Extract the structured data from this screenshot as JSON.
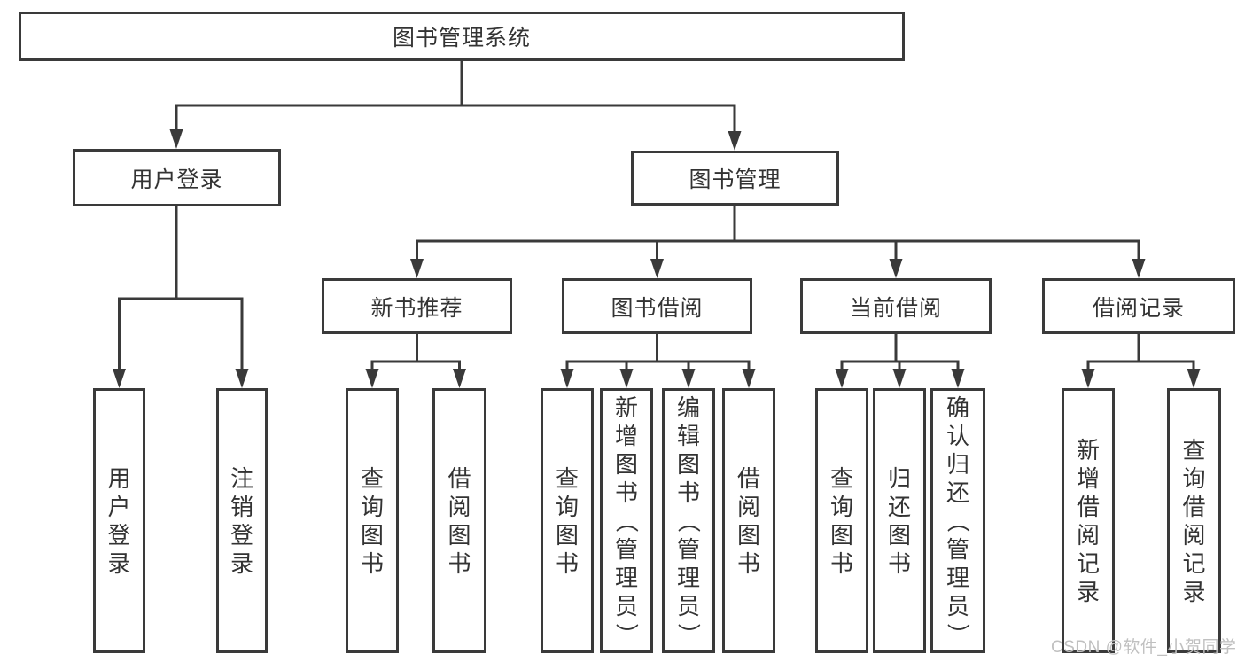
{
  "title": "图书管理系统",
  "watermark": "CSDN @软件_小贺同学",
  "colors": {
    "line": "#3a3a3a",
    "text": "#333333",
    "background": "#ffffff",
    "watermark": "#c0c0c0"
  },
  "nodes": {
    "root": {
      "label": "图书管理系统"
    },
    "user_login": {
      "label": "用户登录"
    },
    "book_mgmt": {
      "label": "图书管理"
    },
    "new_book_rec": {
      "label": "新书推荐"
    },
    "book_borrow": {
      "label": "图书借阅"
    },
    "current_borrow": {
      "label": "当前借阅"
    },
    "borrow_records": {
      "label": "借阅记录"
    },
    "ul_user_login": {
      "label": "用户登录"
    },
    "ul_logout": {
      "label": "注销登录"
    },
    "nb_query_book": {
      "label": "查询图书"
    },
    "nb_borrow_book": {
      "label": "借阅图书"
    },
    "bb_query_book": {
      "label": "查询图书"
    },
    "bb_add_book": {
      "label": "新增图书（管理员）"
    },
    "bb_edit_book": {
      "label": "编辑图书（管理员）"
    },
    "bb_borrow_book": {
      "label": "借阅图书"
    },
    "cb_query_book": {
      "label": "查询图书"
    },
    "cb_return_book": {
      "label": "归还图书"
    },
    "cb_confirm_return": {
      "label": "确认归还（管理员）"
    },
    "br_add_record": {
      "label": "新增借阅记录"
    },
    "br_query_record": {
      "label": "查询借阅记录"
    }
  },
  "edges": [
    [
      "root",
      "user_login"
    ],
    [
      "root",
      "book_mgmt"
    ],
    [
      "user_login",
      "ul_user_login"
    ],
    [
      "user_login",
      "ul_logout"
    ],
    [
      "book_mgmt",
      "new_book_rec"
    ],
    [
      "book_mgmt",
      "book_borrow"
    ],
    [
      "book_mgmt",
      "current_borrow"
    ],
    [
      "book_mgmt",
      "borrow_records"
    ],
    [
      "new_book_rec",
      "nb_query_book"
    ],
    [
      "new_book_rec",
      "nb_borrow_book"
    ],
    [
      "book_borrow",
      "bb_query_book"
    ],
    [
      "book_borrow",
      "bb_add_book"
    ],
    [
      "book_borrow",
      "bb_edit_book"
    ],
    [
      "book_borrow",
      "bb_borrow_book"
    ],
    [
      "current_borrow",
      "cb_query_book"
    ],
    [
      "current_borrow",
      "cb_return_book"
    ],
    [
      "current_borrow",
      "cb_confirm_return"
    ],
    [
      "borrow_records",
      "br_add_record"
    ],
    [
      "borrow_records",
      "br_query_record"
    ]
  ]
}
